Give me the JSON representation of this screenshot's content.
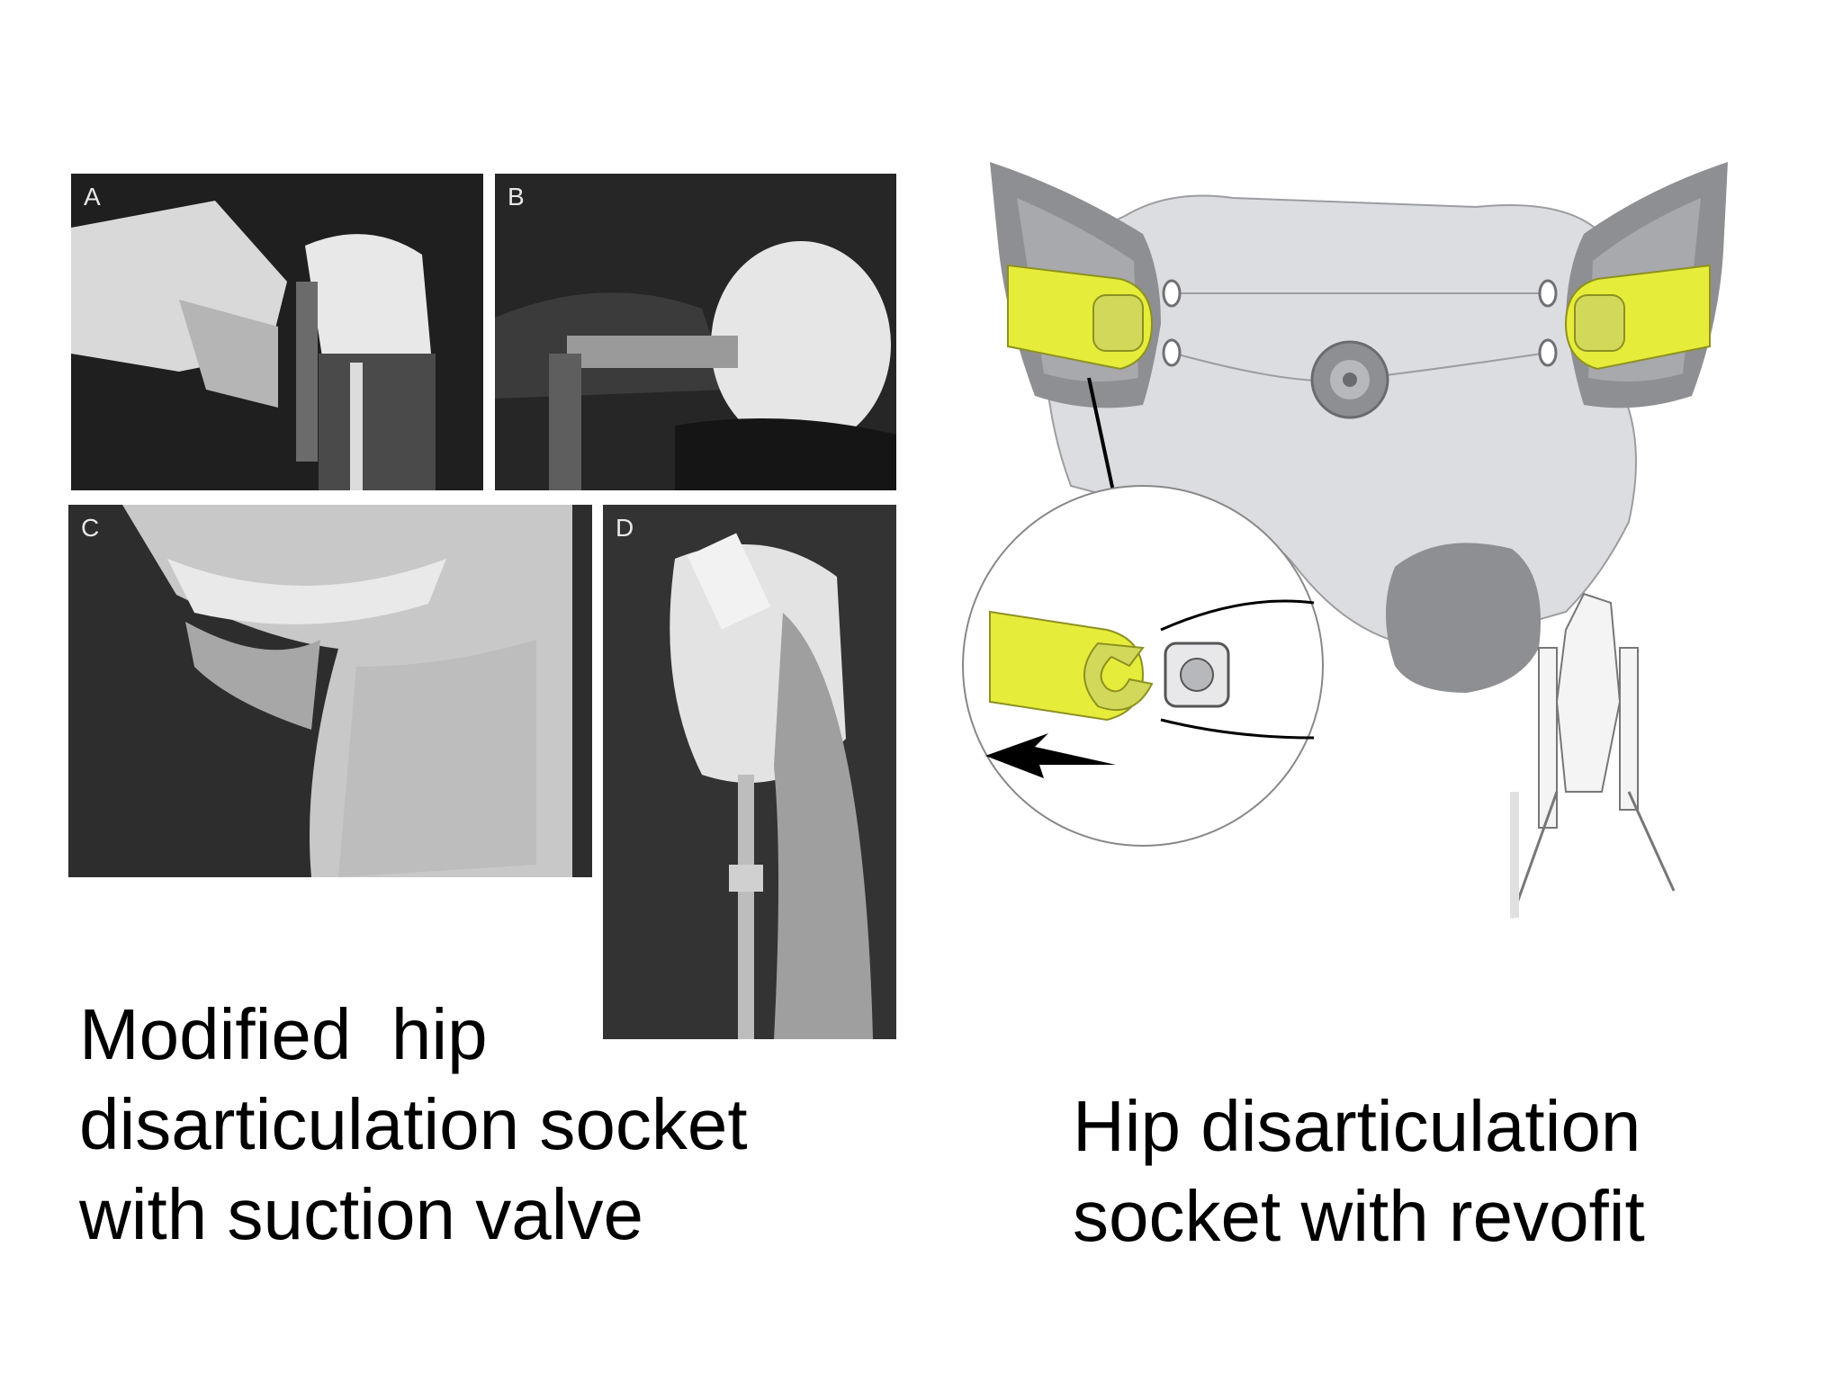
{
  "left_figure": {
    "panels": [
      {
        "id": "a",
        "letter": "A"
      },
      {
        "id": "b",
        "letter": "B"
      },
      {
        "id": "c",
        "letter": "C"
      },
      {
        "id": "d",
        "letter": "D"
      }
    ]
  },
  "captions": {
    "left": {
      "lines": [
        "Modified  hip",
        "disarticulation socket",
        "with suction valve"
      ]
    },
    "right": {
      "lines": [
        "Hip disarticulation",
        "socket with revofit"
      ]
    }
  },
  "colors": {
    "accent_yellow": "#e6ec3a",
    "socket_light": "#dcdde0",
    "socket_dark": "#8e8f93"
  }
}
